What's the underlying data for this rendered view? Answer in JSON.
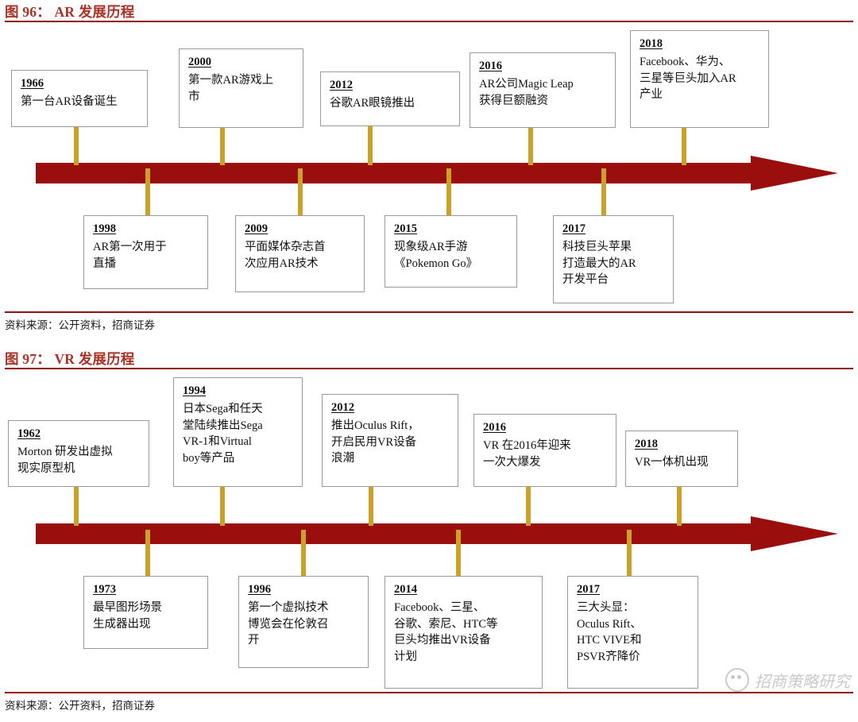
{
  "page": {
    "accent_red": "#A93226",
    "bar_red": "#9B0E0E",
    "stem_gold": "#C9A227",
    "box_border": "#9a9a9a"
  },
  "figures": [
    {
      "id": "ar",
      "title": "图 96： AR 发展历程",
      "source": "资料来源：公开资料，招商证券",
      "above_events": [
        {
          "year": "1966",
          "text": "第一台AR设备诞生"
        },
        {
          "year": "2000",
          "text": "第一款AR游戏上\n市"
        },
        {
          "year": "2012",
          "text": "谷歌AR眼镜推出"
        },
        {
          "year": "2016",
          "text": "AR公司Magic Leap\n获得巨额融资"
        },
        {
          "year": "2018",
          "text": "Facebook、华为、\n三星等巨头加入AR\n产业"
        }
      ],
      "below_events": [
        {
          "year": "1998",
          "text": "AR第一次用于\n直播"
        },
        {
          "year": "2009",
          "text": "平面媒体杂志首\n次应用AR技术"
        },
        {
          "year": "2015",
          "text": "现象级AR手游\n《Pokemon Go》"
        },
        {
          "year": "2017",
          "text": "科技巨头苹果\n打造最大的AR\n开发平台"
        }
      ]
    },
    {
      "id": "vr",
      "title": "图 97： VR 发展历程",
      "source": "资料来源：公开资料，招商证券",
      "above_events": [
        {
          "year": "1962",
          "text": "Morton 研发出虚拟\n现实原型机"
        },
        {
          "year": "1994",
          "text": "日本Sega和任天\n堂陆续推出Sega\nVR-1和Virtual\nboy等产品"
        },
        {
          "year": "2012",
          "text": "推出Oculus Rift，\n开启民用VR设备\n浪潮"
        },
        {
          "year": "2016",
          "text": "VR 在2016年迎来\n一次大爆发"
        },
        {
          "year": "2018",
          "text": "VR一体机出现"
        }
      ],
      "below_events": [
        {
          "year": "1973",
          "text": "最早图形场景\n生成器出现"
        },
        {
          "year": "1996",
          "text": "第一个虚拟技术\n博览会在伦敦召\n开"
        },
        {
          "year": "2014",
          "text": "Facebook、三星、\n谷歌、索尼、HTC等\n巨头均推出VR设备\n计划"
        },
        {
          "year": "2017",
          "text": "三大头显：\nOculus Rift、\nHTC VIVE和\nPSVR齐降价"
        }
      ]
    }
  ],
  "watermark": {
    "text": "招商策略研究",
    "icon": "wechat-logo-icon"
  }
}
